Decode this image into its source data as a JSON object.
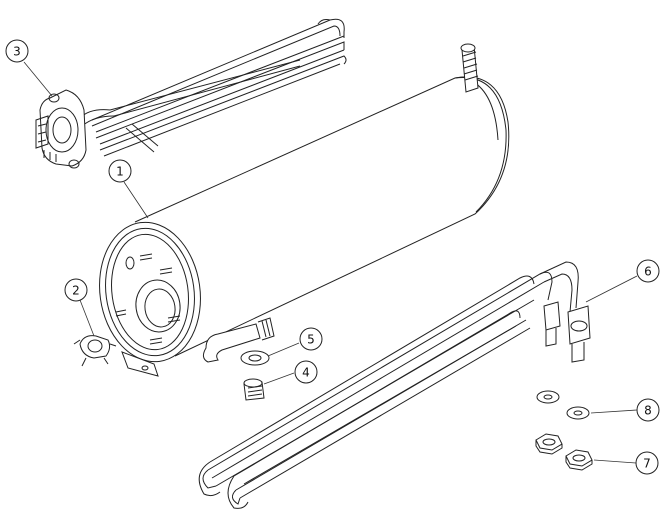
{
  "callouts": [
    {
      "id": "1",
      "label": "1"
    },
    {
      "id": "2",
      "label": "2"
    },
    {
      "id": "3",
      "label": "3"
    },
    {
      "id": "4",
      "label": "4"
    },
    {
      "id": "5",
      "label": "5"
    },
    {
      "id": "6",
      "label": "6"
    },
    {
      "id": "7",
      "label": "7"
    },
    {
      "id": "8",
      "label": "8"
    }
  ],
  "colors": {
    "line": "#222222",
    "background": "#ffffff"
  }
}
